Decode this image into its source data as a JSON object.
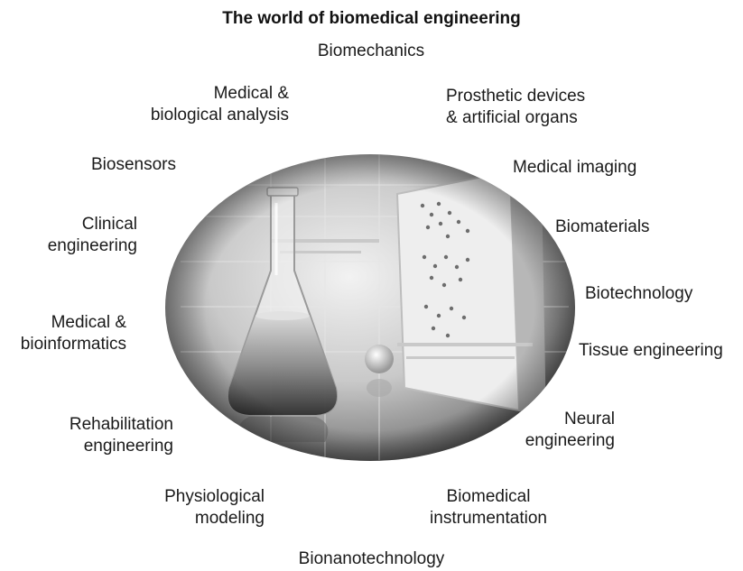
{
  "title": "The world of biomedical engineering",
  "labels": {
    "biomechanics": "Biomechanics",
    "medical_biological_analysis": [
      "Medical &",
      "biological analysis"
    ],
    "prosthetic_devices": [
      "Prosthetic devices",
      "& artificial organs"
    ],
    "biosensors": "Biosensors",
    "medical_imaging": "Medical imaging",
    "clinical_engineering": [
      "Clinical",
      "engineering"
    ],
    "biomaterials": "Biomaterials",
    "biotechnology": "Biotechnology",
    "medical_bioinformatics": [
      "Medical &",
      "bioinformatics"
    ],
    "tissue_engineering": "Tissue engineering",
    "rehabilitation_engineering": [
      "Rehabilitation",
      "engineering"
    ],
    "neural_engineering": [
      "Neural",
      "engineering"
    ],
    "physiological_modeling": [
      "Physiological",
      "modeling"
    ],
    "biomedical_instrumentation": [
      "Biomedical",
      "instrumentation"
    ],
    "bionanotechnology": "Bionanotechnology"
  }
}
